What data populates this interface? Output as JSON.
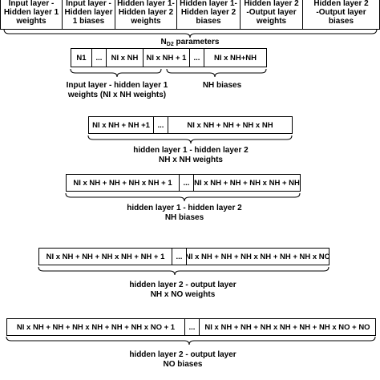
{
  "top_row": [
    {
      "label": "Input layer -\nHidden layer 1\nweights"
    },
    {
      "label": "Input layer -\nHidden layer\n1 biases"
    },
    {
      "label": "Hidden layer 1-\nHidden layer 2\nweights"
    },
    {
      "label": "Hidden layer 1-\nHidden layer 2\nbiases"
    },
    {
      "label": "Hidden layer 2\n-Output layer\nweights"
    },
    {
      "label": "Hidden layer 2\n-Output layer\nbiases"
    }
  ],
  "total_label": "N",
  "total_label_sub": "D2",
  "total_label_suffix": " parameters",
  "sections": [
    {
      "cells": [
        "N1",
        "...",
        "NI x NH",
        "NI x NH + 1",
        "...",
        "NI x NH+NH"
      ],
      "captions": [
        "Input layer - hidden layer 1\nweights (NI x NH weights)",
        "NH biases"
      ]
    },
    {
      "cells": [
        "NI x NH + NH +1",
        "...",
        "NI x NH + NH + NH x NH"
      ],
      "captions": [
        "hidden layer 1 - hidden layer 2\nNH x NH weights"
      ]
    },
    {
      "cells": [
        "NI x NH + NH + NH x NH + 1",
        "...",
        "NI x NH + NH + NH x NH + NH"
      ],
      "captions": [
        "hidden layer 1 - hidden layer 2\nNH biases"
      ]
    },
    {
      "cells": [
        "NI x NH + NH + NH x NH + NH + 1",
        "...",
        "NI x NH + NH + NH x NH + NH + NH x NO"
      ],
      "captions": [
        "hidden layer 2 - output layer\nNH x NO weights"
      ]
    },
    {
      "cells": [
        "NI x NH + NH + NH x NH + NH + NH x NO + 1",
        "...",
        "NI x NH + NH + NH x NH + NH + NH x NO + NO"
      ],
      "captions": [
        "hidden layer 2 - output layer\nNO biases"
      ]
    }
  ]
}
